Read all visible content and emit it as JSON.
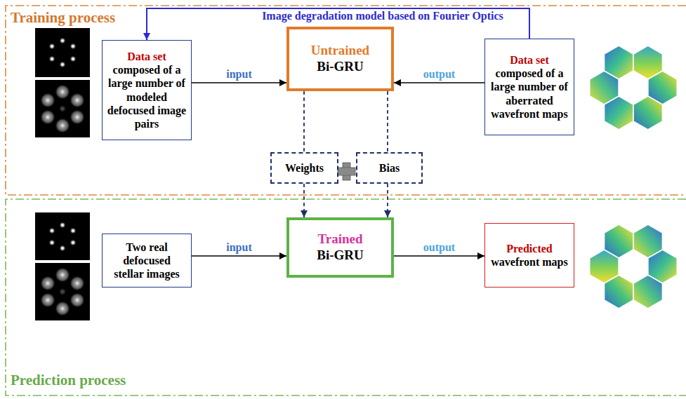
{
  "diagram": {
    "nodes": [
      {
        "text": [
          "Training process"
        ]
      },
      {
        "text": [
          "Data set",
          "composed of a large number of modeled defocused image pairs"
        ],
        "in": 0
      },
      {
        "text": [
          "Untrained",
          "Bi-GRU"
        ],
        "in": 0
      },
      {
        "text": [
          "Data set",
          "composed of a large number of aberrated wavefront maps"
        ],
        "in": 0
      },
      {
        "text": [
          "Weights"
        ],
        "in": 0
      },
      {
        "text": [
          "Bias"
        ],
        "in": 0
      },
      {
        "text": [
          "Prediction process"
        ]
      },
      {
        "text": [
          "Two real defocused stellar images"
        ],
        "in": 6
      },
      {
        "text": [
          "Trained",
          "Bi-GRU"
        ],
        "in": 6
      },
      {
        "text": [
          "Predicted",
          "wavefront maps"
        ],
        "in": 6
      }
    ],
    "edges": [
      {
        "from": 1,
        "to": 2,
        "label": "input",
        "arrow": "to"
      },
      {
        "from": 3,
        "to": 2,
        "label": "output",
        "arrow": "to"
      },
      {
        "from": 3,
        "to": 1,
        "label": "Image degradation model based on Fourier Optics",
        "arrow": "to"
      },
      {
        "from": 2,
        "to": 4,
        "arrow": "none"
      },
      {
        "from": 2,
        "to": 5,
        "arrow": "none"
      },
      {
        "from": 4,
        "to": 8,
        "arrow": "to"
      },
      {
        "from": 5,
        "to": 8,
        "arrow": "to"
      },
      {
        "from": 7,
        "to": 8,
        "label": "input",
        "arrow": "to"
      },
      {
        "from": 8,
        "to": 9,
        "label": "output",
        "arrow": "to"
      }
    ]
  }
}
